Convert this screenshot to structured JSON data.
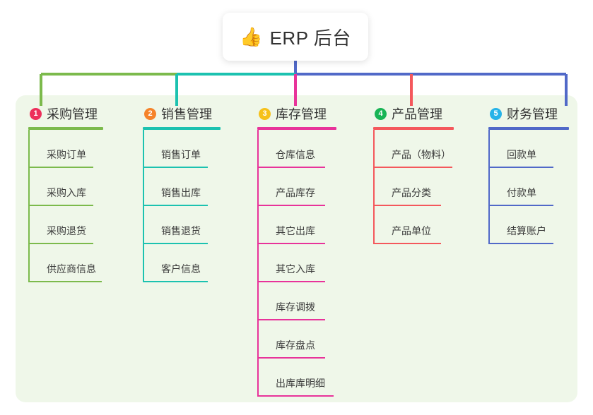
{
  "diagram": {
    "type": "mind-map",
    "title": "ERP 后台",
    "root": {
      "icon": "thumbs-up-icon",
      "emoji": "👍",
      "label": "ERP 后台"
    },
    "canvas": {
      "background": "#ffffff",
      "panel_background": "#eff7e9"
    },
    "branches": [
      {
        "index": "1",
        "label": "采购管理",
        "badge_color": "#ed2f5b",
        "line_color": "#7cba4c",
        "items": [
          "采购订单",
          "采购入库",
          "采购退货",
          "供应商信息"
        ]
      },
      {
        "index": "2",
        "label": "销售管理",
        "badge_color": "#f5832a",
        "line_color": "#1cc2b0",
        "items": [
          "销售订单",
          "销售出库",
          "销售退货",
          "客户信息"
        ]
      },
      {
        "index": "3",
        "label": "库存管理",
        "badge_color": "#f6c11a",
        "line_color": "#e8339a",
        "items": [
          "仓库信息",
          "产品库存",
          "其它出库",
          "其它入库",
          "库存调拨",
          "库存盘点",
          "出库库明细"
        ]
      },
      {
        "index": "4",
        "label": "产品管理",
        "badge_color": "#18b455",
        "line_color": "#f4585c",
        "items": [
          "产品（物料）",
          "产品分类",
          "产品单位"
        ]
      },
      {
        "index": "5",
        "label": "财务管理",
        "badge_color": "#26b3e8",
        "line_color": "#5169c8",
        "items": [
          "回款单",
          "付款单",
          "结算账户"
        ]
      }
    ]
  }
}
